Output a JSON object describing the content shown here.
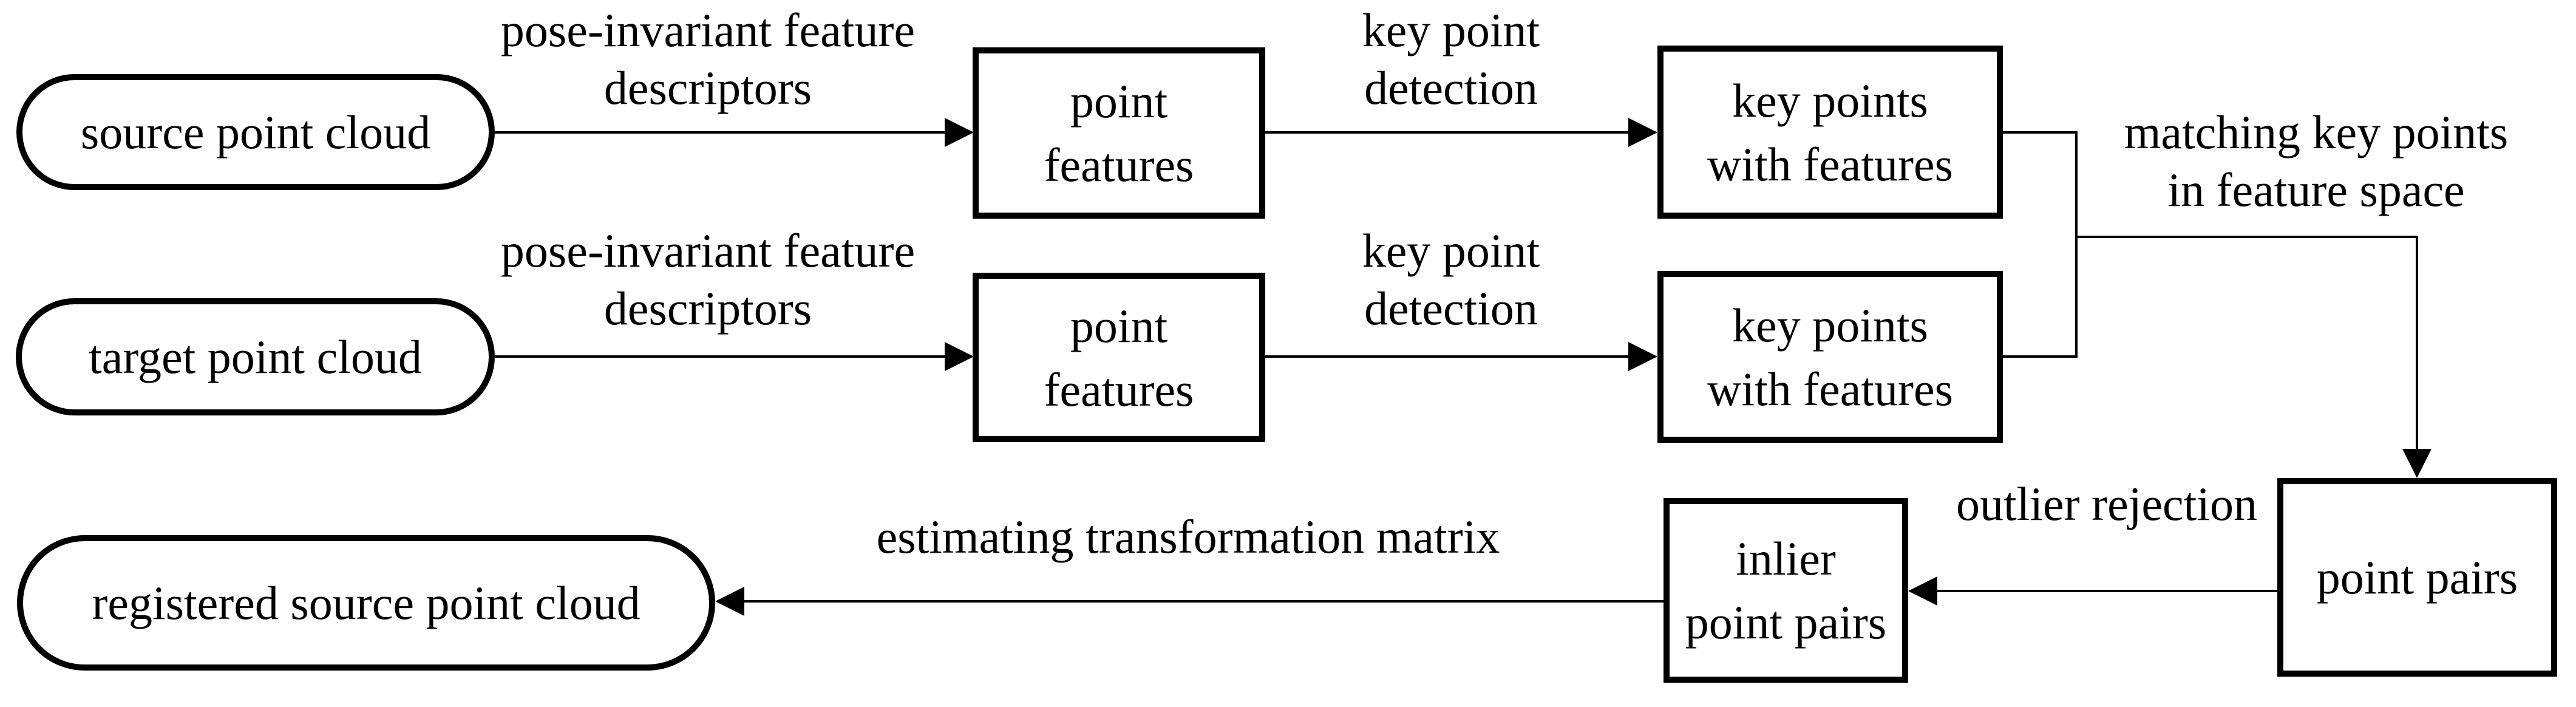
{
  "nodes": {
    "source": {
      "label": "source point cloud"
    },
    "target": {
      "label": "target point cloud"
    },
    "registered": {
      "label": "registered source point cloud"
    },
    "pf_source": {
      "line1": "point",
      "line2": "features"
    },
    "pf_target": {
      "line1": "point",
      "line2": "features"
    },
    "kp_source": {
      "line1": "key points",
      "line2": "with features"
    },
    "kp_target": {
      "line1": "key points",
      "line2": "with features"
    },
    "pairs": {
      "label": "point pairs"
    },
    "inlier": {
      "line1": "inlier",
      "line2": "point pairs"
    }
  },
  "labels": {
    "desc_source": {
      "line1": "pose-invariant feature",
      "line2": "descriptors"
    },
    "desc_target": {
      "line1": "pose-invariant feature",
      "line2": "descriptors"
    },
    "detect_source": {
      "line1": "key point",
      "line2": "detection"
    },
    "detect_target": {
      "line1": "key point",
      "line2": "detection"
    },
    "matching": {
      "line1": "matching key points",
      "line2": "in feature space"
    },
    "outlier": {
      "label": "outlier rejection"
    },
    "estimating": {
      "label": "estimating transformation matrix"
    }
  },
  "colors": {
    "ink": "#000000",
    "background": "#ffffff"
  }
}
